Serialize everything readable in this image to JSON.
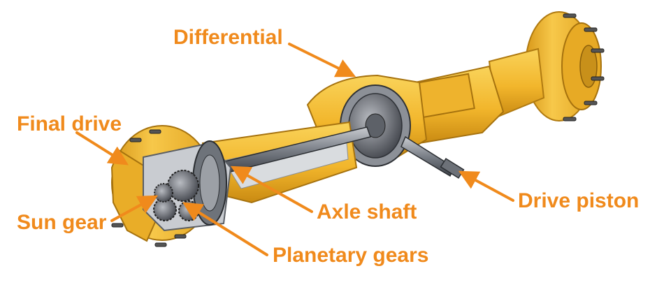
{
  "diagram": {
    "accent_color": "#f08a1c",
    "housing_color": "#f2b62c",
    "labels": {
      "differential": "Differential",
      "final_drive": "Final drive",
      "sun_gear": "Sun gear",
      "axle_shaft": "Axle shaft",
      "planetary_gears": "Planetary gears",
      "drive_piston": "Drive piston"
    }
  }
}
